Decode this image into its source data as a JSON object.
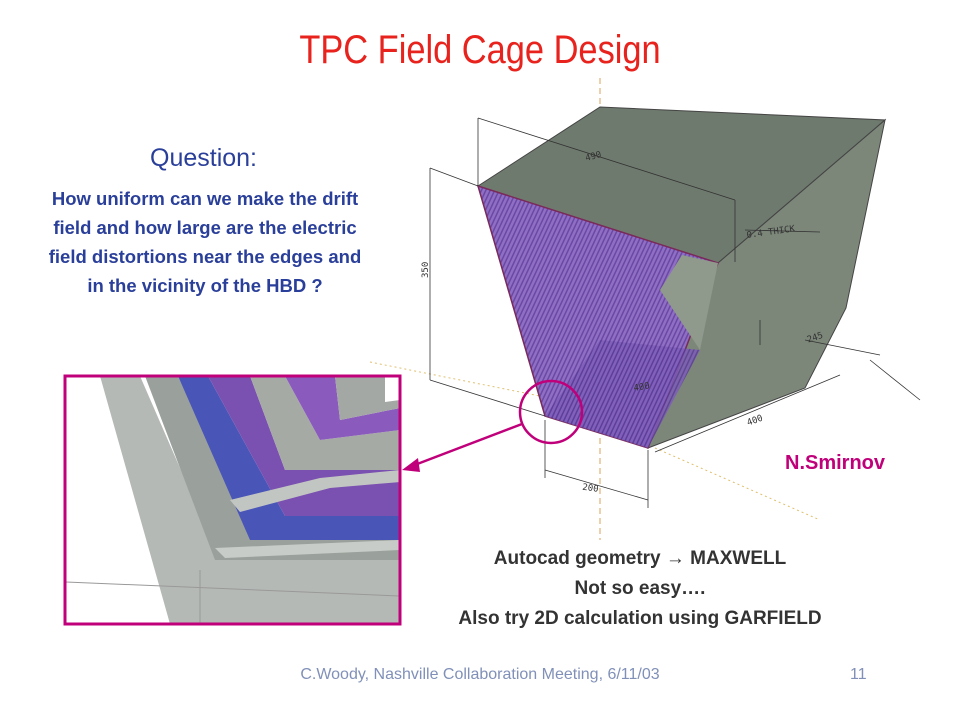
{
  "slide": {
    "title": "TPC Field Cage Design",
    "question_heading": "Question:",
    "question_lines": [
      "How uniform can we make the drift",
      "field and how large are the electric",
      "field distortions near the edges and",
      "in the vicinity of the HBD ?"
    ],
    "author": "N.Smirnov",
    "notes": [
      "Autocad geometry → MAXWELL",
      "Not so easy….",
      "Also try 2D calculation using GARFIELD"
    ],
    "footer": "C.Woody, Nashville Collaboration Meeting, 6/11/03",
    "page_number": "11"
  },
  "drawing": {
    "dimension_labels": {
      "top_width": "490",
      "thickness": "0.4 THICK",
      "height": "350",
      "right_depth": "245",
      "bottom_400_a": "400",
      "bottom_400_b": "400",
      "bottom_200": "200"
    }
  },
  "colors": {
    "title": "#e8231d",
    "question": "#2a3f9a",
    "author": "#c0007a",
    "frame": "#c0007a",
    "box_gray": "#6f7a6e",
    "field_purple": "#7a4fb0"
  }
}
